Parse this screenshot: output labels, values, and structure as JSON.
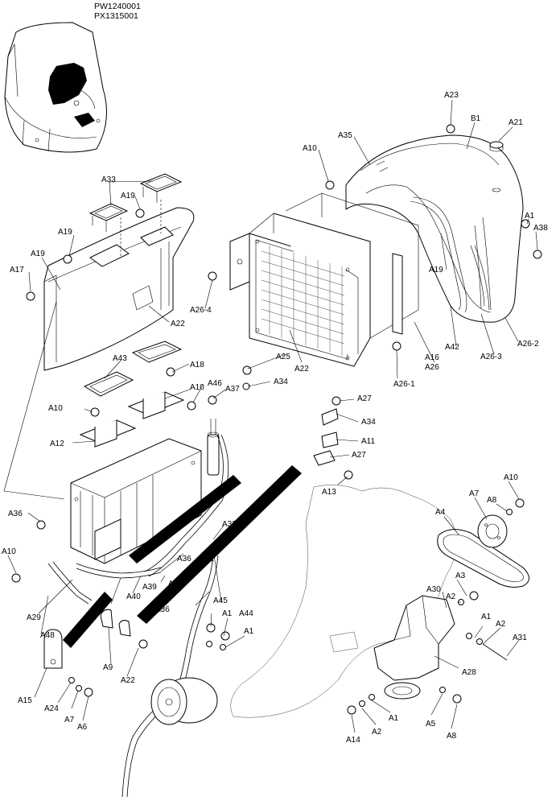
{
  "header": {
    "line1": "PW1240001",
    "line2": "PX1315001"
  },
  "labels": [
    "A23",
    "B1",
    "A21",
    "A35",
    "A10",
    "A1",
    "A38",
    "A33",
    "A19",
    "A19",
    "A19",
    "A17",
    "A19",
    "A26-4",
    "A22",
    "A42",
    "A26-3",
    "A26-2",
    "A16",
    "A26",
    "A26-1",
    "A22",
    "A25",
    "A43",
    "A18",
    "A34",
    "A46",
    "A37",
    "A10",
    "A27",
    "A10",
    "A34",
    "A11",
    "A12",
    "A27",
    "A13",
    "A10",
    "A8",
    "A7",
    "A4",
    "A32",
    "A36",
    "A10",
    "A36",
    "A41",
    "A3",
    "A30",
    "A2",
    "A39",
    "A40",
    "A36",
    "A1",
    "A36",
    "A2",
    "A45",
    "A44",
    "A31",
    "A1",
    "A1",
    "A29",
    "A48",
    "A9",
    "A22",
    "A28",
    "A15",
    "A24",
    "A7",
    "A6",
    "A1",
    "A2",
    "A14",
    "A5",
    "A8"
  ]
}
